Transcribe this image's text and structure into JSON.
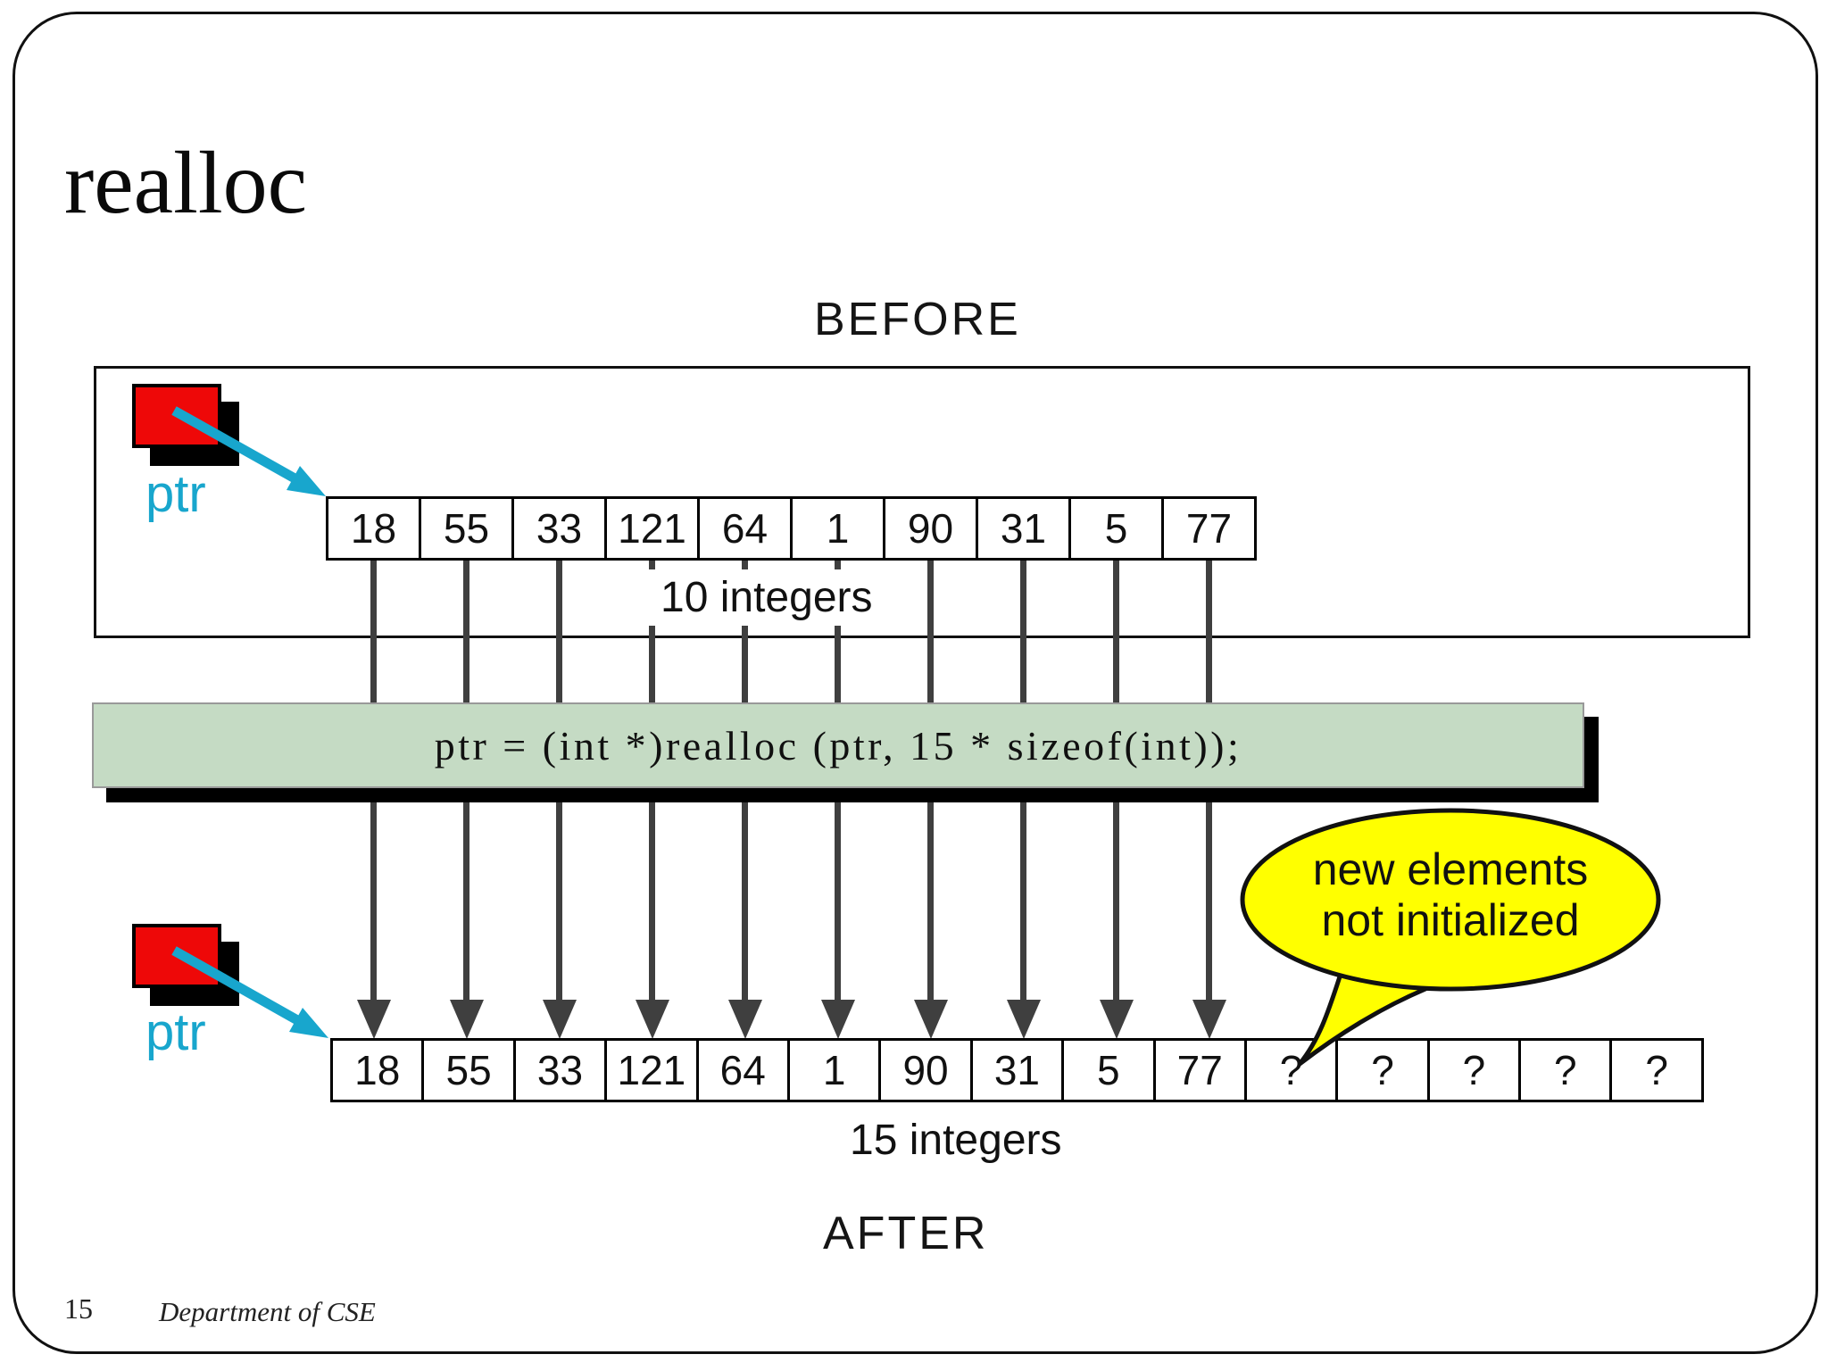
{
  "slide": {
    "title": "realloc",
    "page_number": "15",
    "footer": "Department of CSE"
  },
  "before_section": {
    "label": "BEFORE",
    "pointer_label": "ptr",
    "cells": [
      "18",
      "55",
      "33",
      "121",
      "64",
      "1",
      "90",
      "31",
      "5",
      "77"
    ],
    "size_label": "10 integers"
  },
  "code_box": {
    "code": "ptr = (int *)realloc (ptr, 15 * sizeof(int));"
  },
  "after_section": {
    "label": "AFTER",
    "pointer_label": "ptr",
    "cells": [
      "18",
      "55",
      "33",
      "121",
      "64",
      "1",
      "90",
      "31",
      "5",
      "77",
      "?",
      "?",
      "?",
      "?",
      "?"
    ],
    "size_label": "15 integers"
  },
  "callout": {
    "line1": "new elements",
    "line2": "not initialized"
  },
  "colors": {
    "pointer_red": "#ee0808",
    "pointer_arrow_cyan": "#18a6cd",
    "code_box_green": "#c5dbc4",
    "callout_yellow": "#ffff00",
    "flow_arrow_gray": "#3f3f3f"
  }
}
